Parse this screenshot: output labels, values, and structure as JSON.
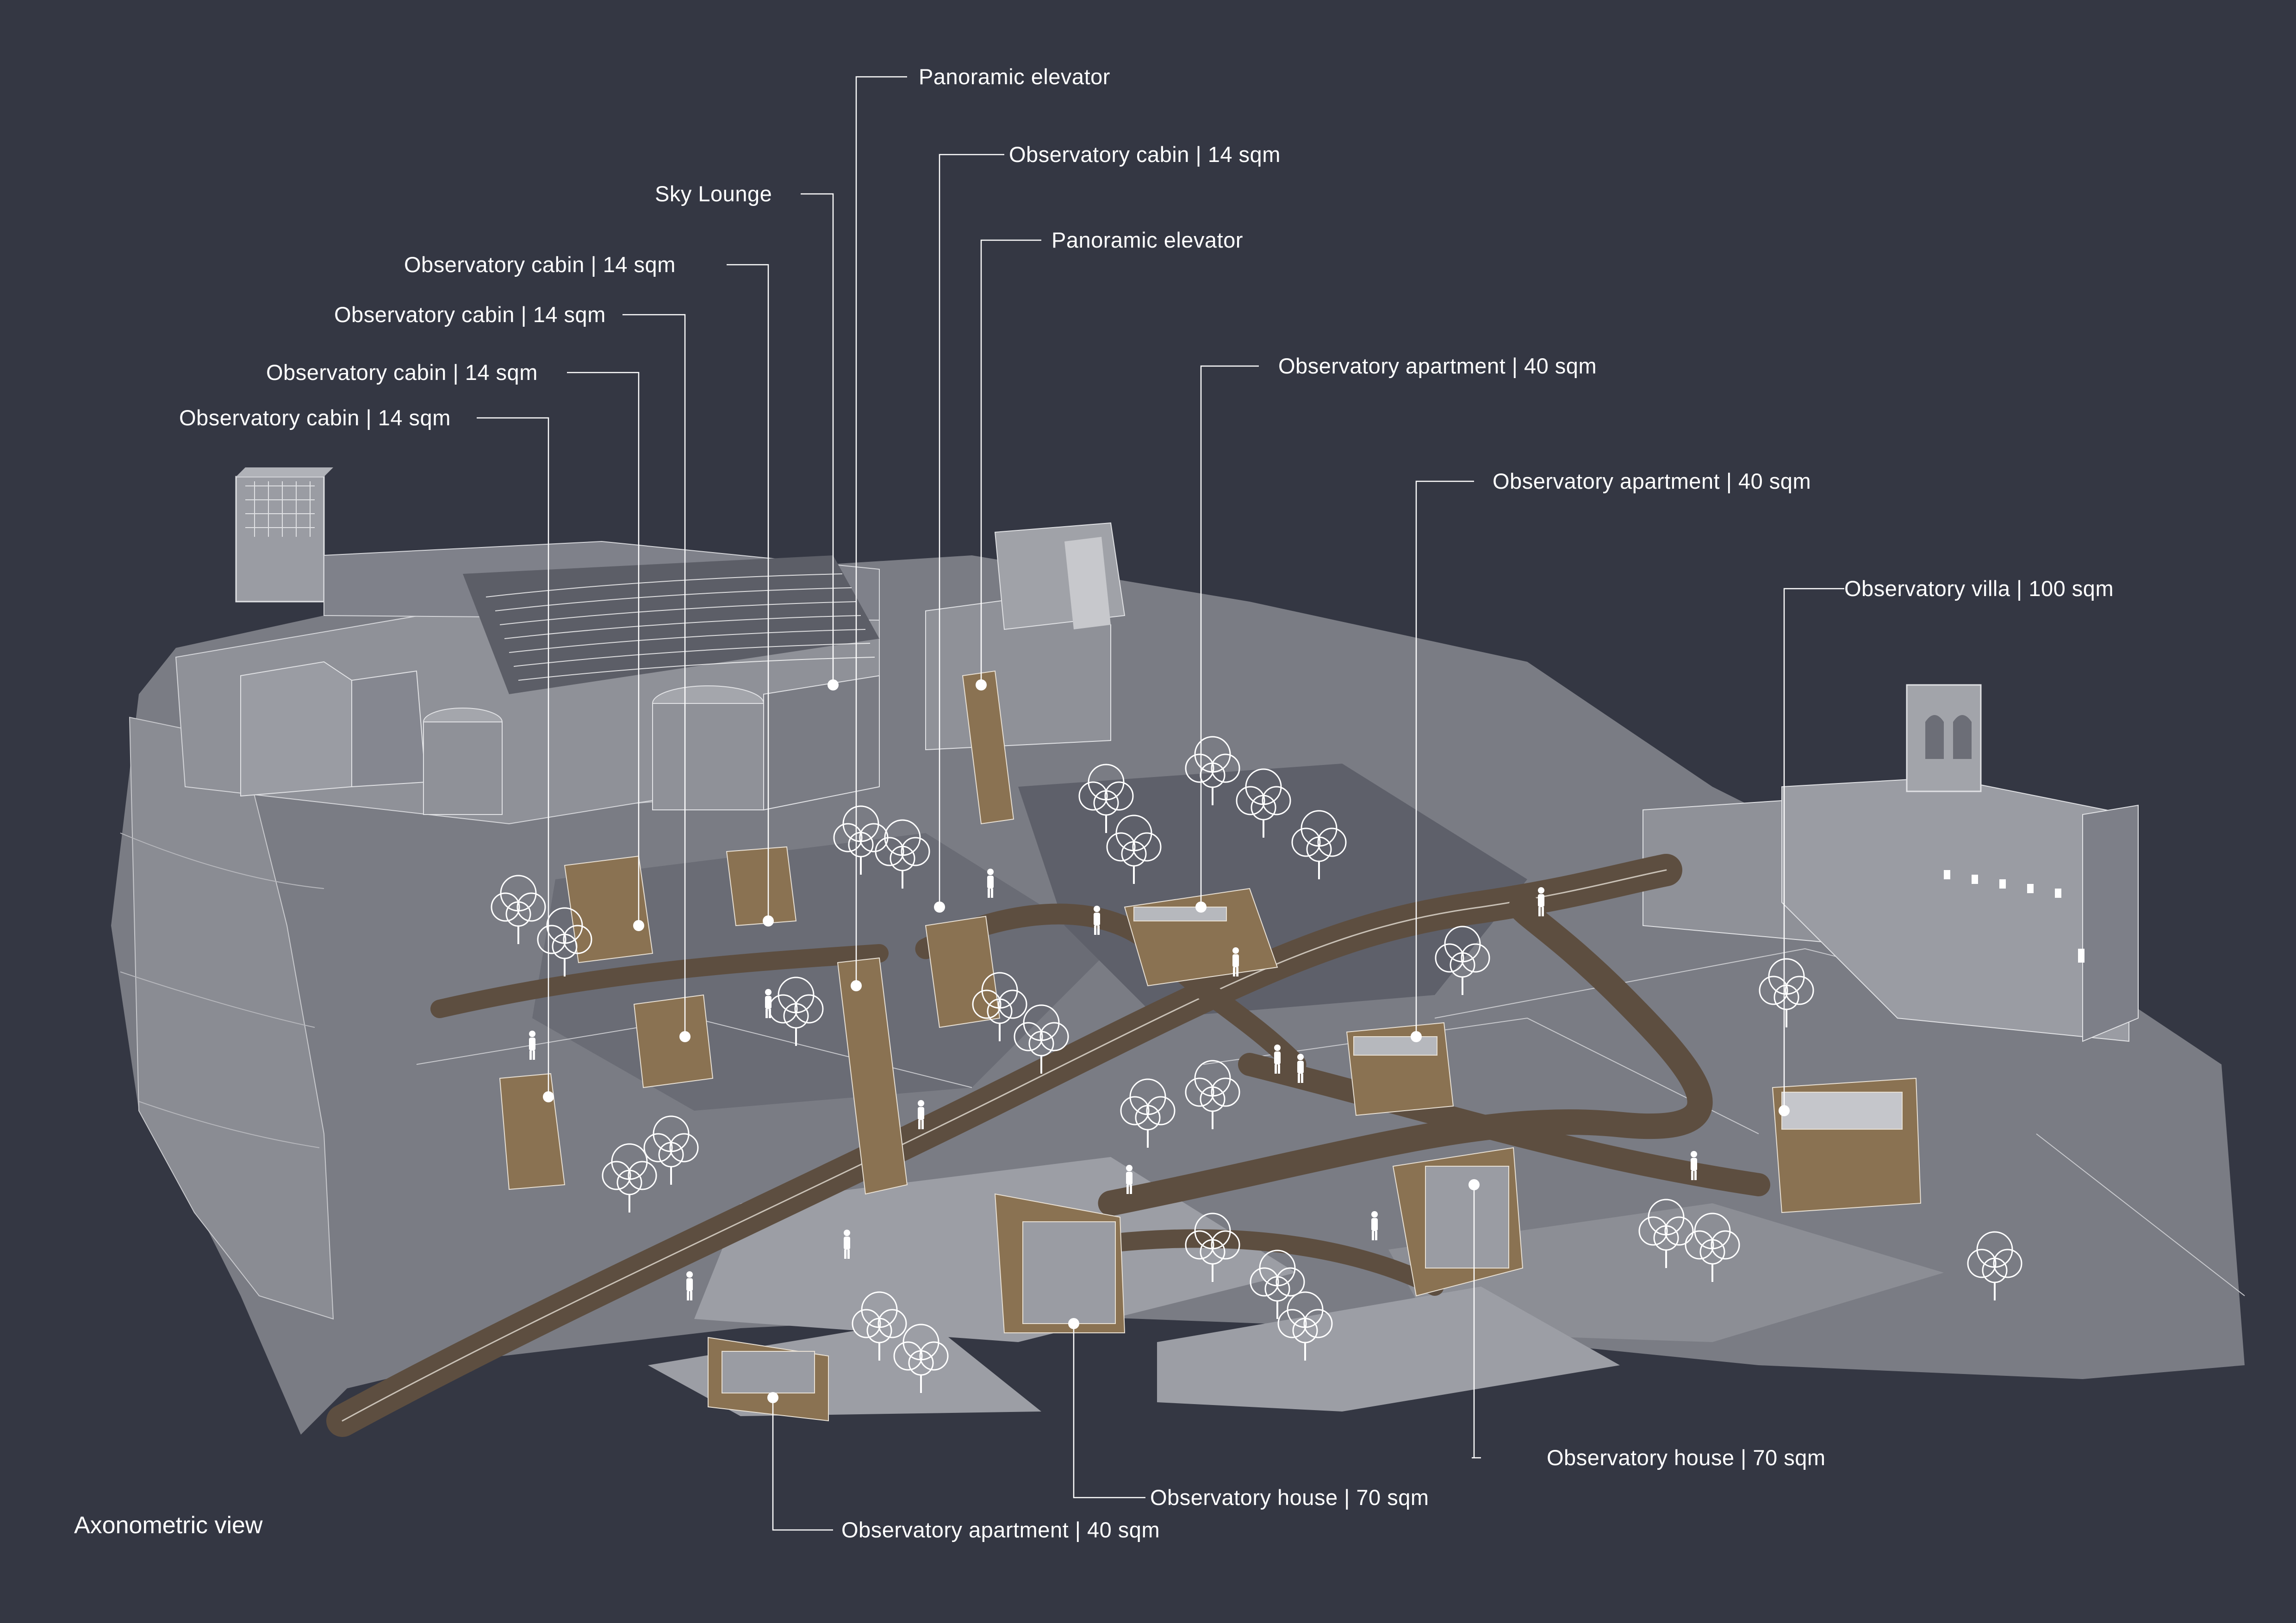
{
  "caption": "Axonometric view",
  "labels": {
    "panoramic_elevator_1": "Panoramic elevator",
    "observatory_cabin_1": "Observatory cabin | 14 sqm",
    "sky_lounge": "Sky Lounge",
    "panoramic_elevator_2": "Panoramic elevator",
    "observatory_cabin_2": "Observatory cabin | 14 sqm",
    "observatory_cabin_3": "Observatory cabin | 14 sqm",
    "observatory_apartment_1": "Observatory apartment | 40 sqm",
    "observatory_cabin_4": "Observatory cabin | 14 sqm",
    "observatory_cabin_5": "Observatory cabin | 14 sqm",
    "observatory_apartment_2": "Observatory apartment | 40 sqm",
    "observatory_villa": "Observatory villa | 100 sqm",
    "observatory_house_1": "Observatory house | 70 sqm",
    "observatory_house_2": "Observatory house | 70 sqm",
    "observatory_apartment_3": "Observatory apartment | 40 sqm"
  },
  "colors": {
    "background": "#343743",
    "terrain": "#7a7c84",
    "terrain_light": "#9c9ea5",
    "building": "#8f9198",
    "timber": "#8a7252",
    "path": "#6b5a48",
    "line": "#ffffff"
  }
}
